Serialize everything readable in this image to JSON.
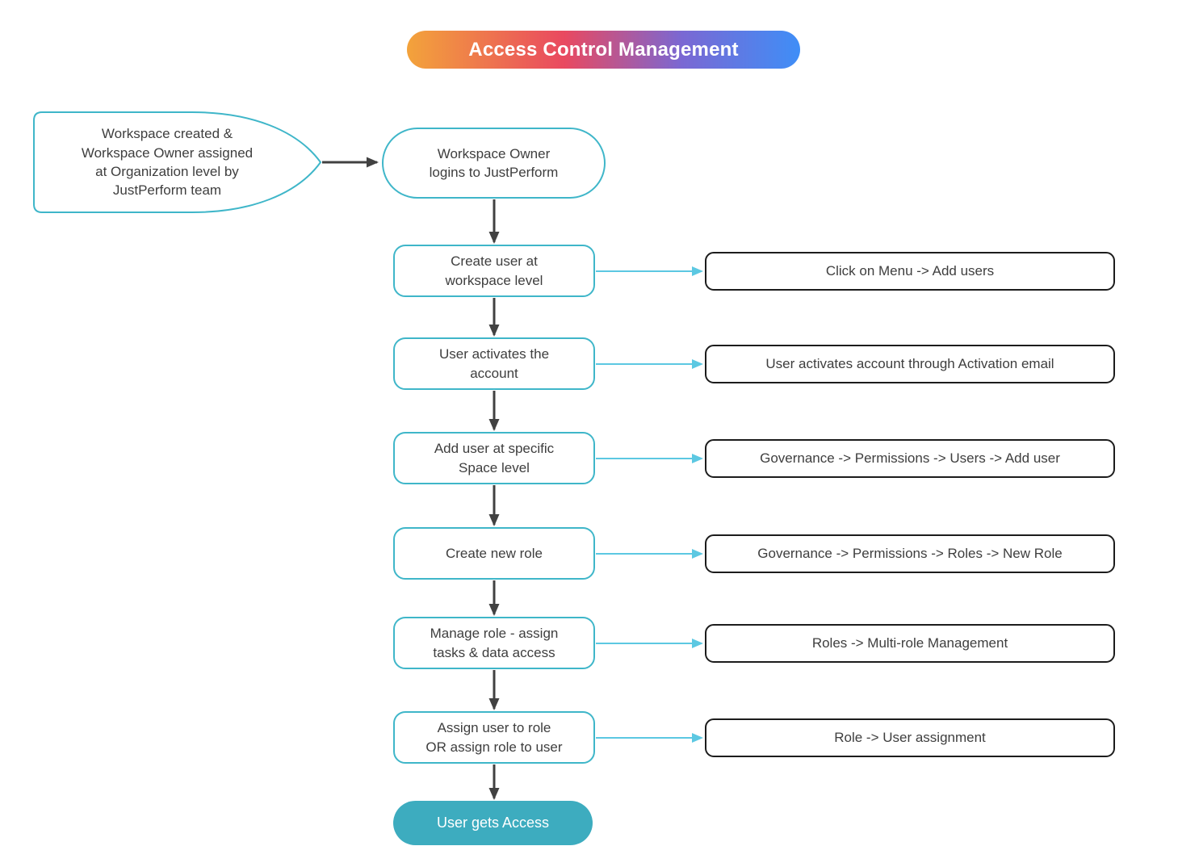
{
  "title": {
    "label": "Access Control Management"
  },
  "colors": {
    "gradient_start": "#F3A33B",
    "gradient_pink": "#E94960",
    "gradient_purple": "#7A68D3",
    "gradient_end": "#3F8EF7",
    "node_border_teal": "#3FB6C9",
    "end_node_fill": "#3DACBF",
    "dark_arrow": "#414141",
    "cyan_arrow": "#5CC8E2",
    "callout_border": "#1C1C1C",
    "text": "#3E3E3E"
  },
  "flow": {
    "start": {
      "label": "Workspace created &\nWorkspace Owner assigned\nat Organization level by\nJustPerform team"
    },
    "login": {
      "label": "Workspace Owner\nlogins to JustPerform"
    },
    "steps": [
      {
        "label": "Create user at\nworkspace level",
        "callout": "Click on Menu -> Add users"
      },
      {
        "label": "User activates the\naccount",
        "callout": "User activates account through Activation email"
      },
      {
        "label": "Add user at specific\nSpace level",
        "callout": "Governance -> Permissions -> Users -> Add user"
      },
      {
        "label": "Create new role",
        "callout": "Governance -> Permissions -> Roles -> New Role"
      },
      {
        "label": "Manage role - assign\ntasks & data access",
        "callout": "Roles -> Multi-role Management"
      },
      {
        "label": "Assign user to role\nOR assign role to user",
        "callout": "Role -> User assignment"
      }
    ],
    "end": {
      "label": "User gets Access"
    }
  }
}
